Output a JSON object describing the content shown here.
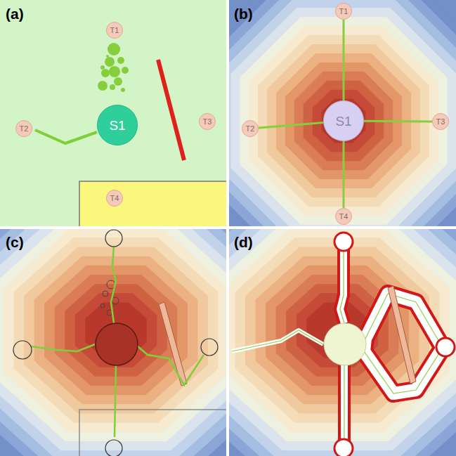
{
  "diagram": {
    "nodes": [
      {
        "text": [
          "T1"
        ]
      },
      {
        "text": [
          "T2"
        ]
      },
      {
        "text": [
          "S1"
        ]
      },
      {
        "text": [
          "T3"
        ]
      },
      {
        "text": [
          "T4"
        ]
      },
      {
        "text": [
          "T1"
        ]
      },
      {
        "text": [
          "T2"
        ]
      },
      {
        "text": [
          "S1"
        ]
      },
      {
        "text": [
          "T3"
        ]
      },
      {
        "text": [
          "T4"
        ]
      }
    ],
    "edges": [
      {
        "from": 7,
        "to": 5,
        "arrow": "none"
      },
      {
        "from": 7,
        "to": 6,
        "arrow": "none"
      },
      {
        "from": 7,
        "to": 8,
        "arrow": "none"
      },
      {
        "from": 7,
        "to": 9,
        "arrow": "none"
      }
    ],
    "labels": [
      "(a)",
      "(b)",
      "(c)",
      "(d)"
    ]
  }
}
